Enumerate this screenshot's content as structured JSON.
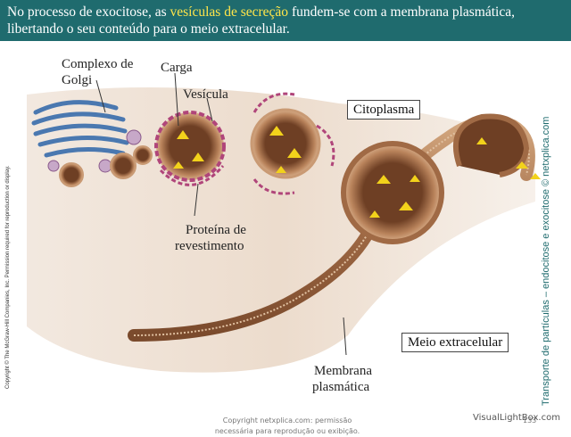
{
  "header": {
    "text_1": "No processo de exocitose, as ",
    "highlight": "vesículas de secreção",
    "text_2": " fundem-se com a membrana plasmática, libertando o seu conteúdo para o meio extracelular."
  },
  "labels": {
    "golgi_1": "Complexo de",
    "golgi_2": "Golgi",
    "carga": "Carga",
    "vesicula": "Vesícula",
    "proteina_1": "Proteína de",
    "proteina_2": "revestimento",
    "citoplasma": "Citoplasma",
    "meio": "Meio extracelular",
    "membrana_1": "Membrana",
    "membrana_2": "plasmática"
  },
  "side_text": "Transporte de partículas – endocitose e exocitose © netxplica.com",
  "copyright_left": "Copyright © The McGraw-Hill Companies, Inc. Permission required for reproduction or display.",
  "footer": {
    "line_1": "Copyright netxplica.com: permissão",
    "line_2": "necessária para reprodução ou exibição."
  },
  "page_number": "133",
  "watermark": "VisualLightBox.com",
  "colors": {
    "header_bg": "#1f6b6e",
    "highlight": "#ffe54a",
    "membrane": "#a06a45",
    "coat": "#b0457a",
    "cargo": "#f2d21b"
  }
}
